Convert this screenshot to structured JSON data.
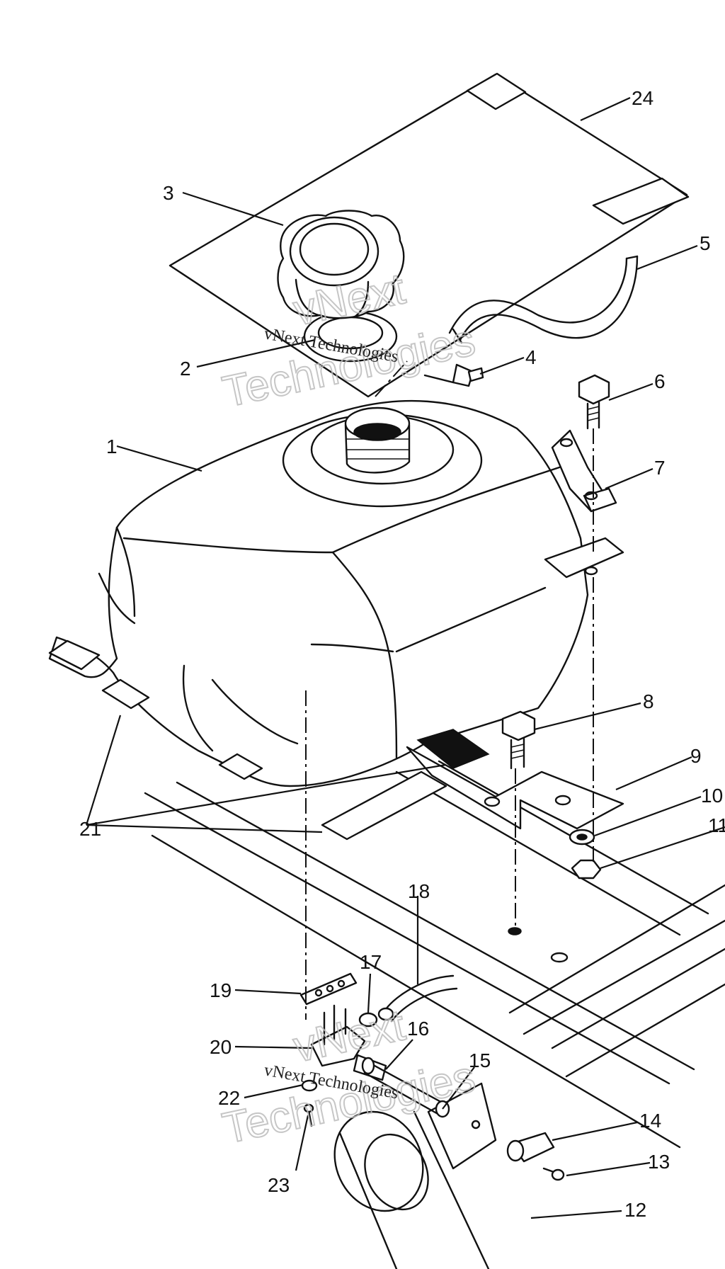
{
  "callouts": [
    "1",
    "2",
    "3",
    "4",
    "5",
    "6",
    "7",
    "8",
    "9",
    "10",
    "11",
    "12",
    "13",
    "14",
    "15",
    "16",
    "17",
    "18",
    "19",
    "20",
    "21",
    "22",
    "23",
    "24"
  ],
  "watermark": {
    "small": "vNext Technologies",
    "big_line1": "vNext",
    "big_line2": "Technologies"
  }
}
